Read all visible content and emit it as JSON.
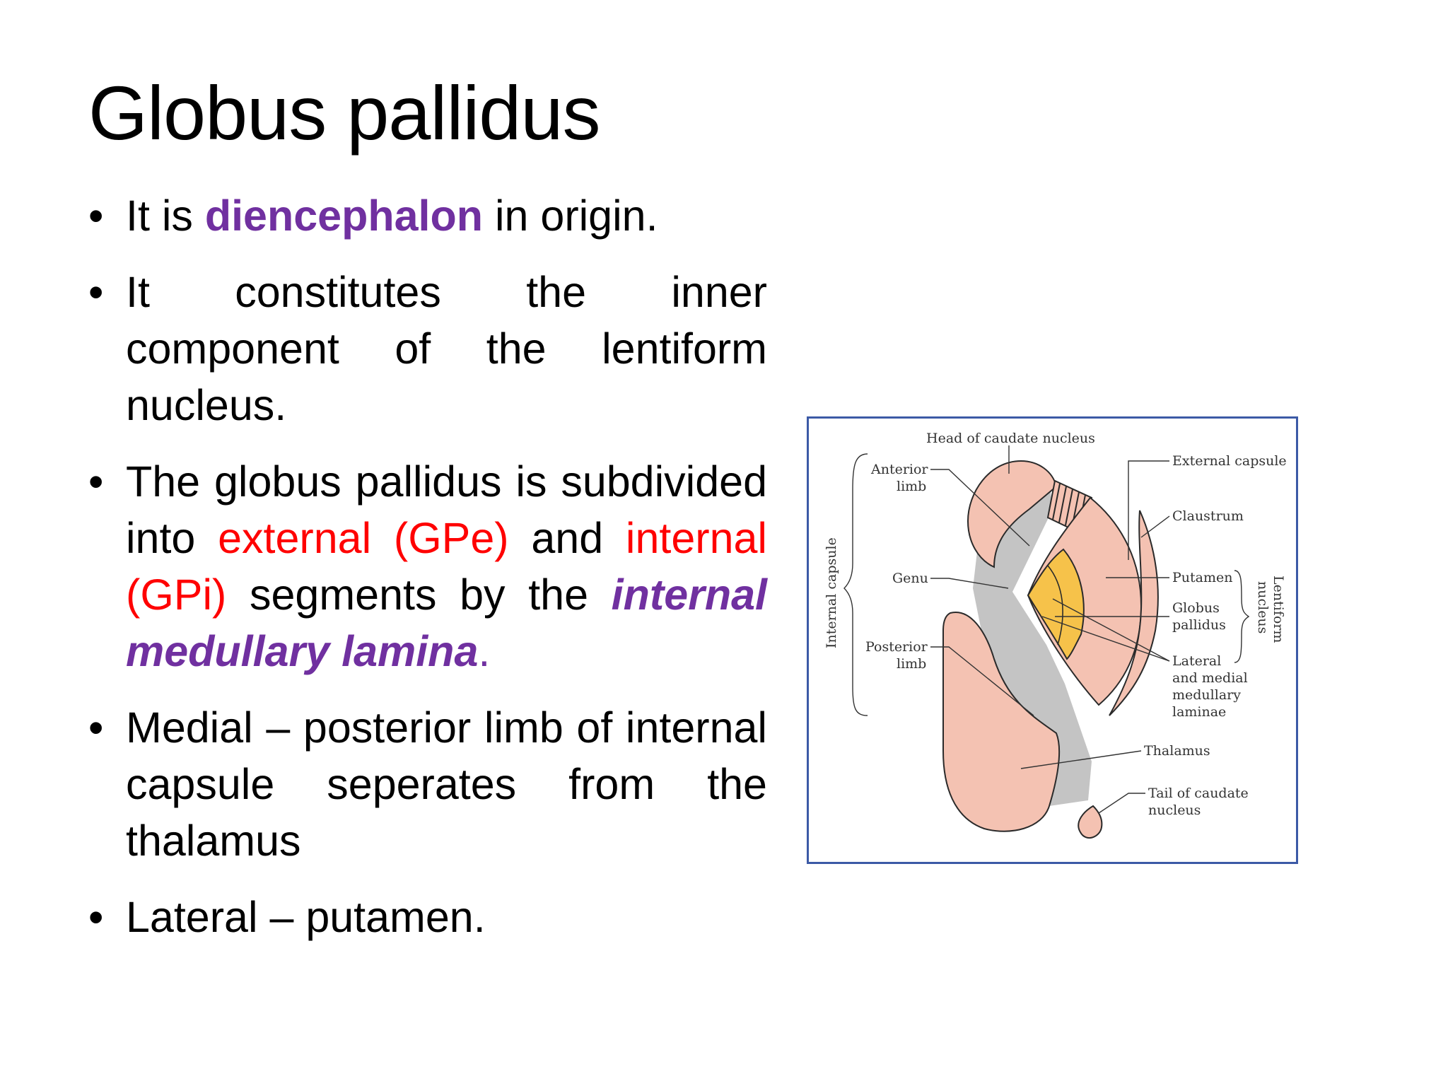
{
  "slide": {
    "title": "Globus pallidus",
    "bullet_marker": "•",
    "bullets": [
      {
        "segments": [
          {
            "text": "It is ",
            "style": "normal"
          },
          {
            "text": "diencephalon",
            "style": "bold-purple"
          },
          {
            "text": " in origin.",
            "style": "normal"
          }
        ]
      },
      {
        "segments": [
          {
            "text": "It constitutes the inner component of the lentiform nucleus.",
            "style": "normal"
          }
        ]
      },
      {
        "segments": [
          {
            "text": " The globus pallidus is subdivided into ",
            "style": "normal"
          },
          {
            "text": "external (GPe)",
            "style": "red"
          },
          {
            "text": " and ",
            "style": "normal"
          },
          {
            "text": "internal (GPi)",
            "style": "red"
          },
          {
            "text": " segments by the ",
            "style": "normal"
          },
          {
            "text": "internal medullary lamina",
            "style": "bold-italic-purple"
          },
          {
            "text": ".",
            "style": "purple"
          }
        ]
      },
      {
        "segments": [
          {
            "text": "Medial – posterior limb of internal capsule seperates from the thalamus",
            "style": "normal"
          }
        ]
      },
      {
        "segments": [
          {
            "text": "Lateral – putamen.",
            "style": "normal"
          }
        ]
      }
    ]
  },
  "figure": {
    "labels": {
      "head_of_caudate": "Head of caudate nucleus",
      "external_capsule": "External capsule",
      "claustrum": "Claustrum",
      "putamen": "Putamen",
      "globus_pallidus": [
        "Globus",
        "pallidus"
      ],
      "lentiform_nucleus": [
        "Lentiform",
        "nucleus"
      ],
      "laminae": [
        "Lateral",
        "and medial",
        "medullary",
        "laminae"
      ],
      "thalamus": "Thalamus",
      "tail_of_caudate": [
        "Tail of caudate",
        "nucleus"
      ],
      "anterior_limb": [
        "Anterior",
        "limb"
      ],
      "genu": "Genu",
      "posterior_limb": [
        "Posterior",
        "limb"
      ],
      "internal_capsule": "Internal capsule"
    },
    "colors": {
      "nucleus_fill": "#f4c2b2",
      "nucleus_stroke": "#2a2a2a",
      "capsule_fill": "#c4c4c4",
      "pallidus_fill": "#f6c24a",
      "border": "#3c5aa6"
    }
  },
  "colors": {
    "purple": "#7030a0",
    "red": "#ff0000",
    "text": "#000000"
  }
}
